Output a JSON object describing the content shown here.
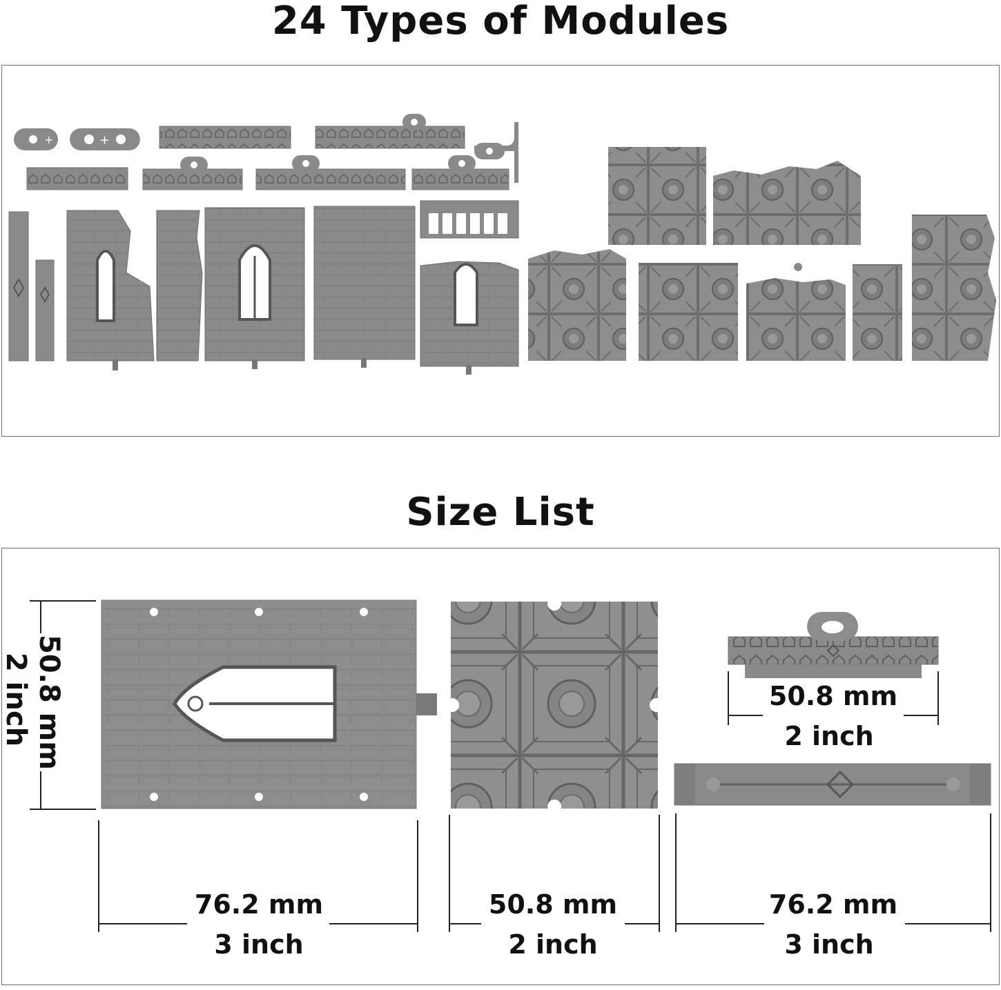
{
  "header": {
    "title": "24 Types of Modules"
  },
  "size_section": {
    "title": "Size List"
  },
  "dimensions": {
    "wall_height": {
      "mm": "50.8 mm",
      "inch": "2 inch"
    },
    "wall_width": {
      "mm": "76.2 mm",
      "inch": "3 inch"
    },
    "floor_tile": {
      "mm": "50.8 mm",
      "inch": "2 inch"
    },
    "rail_short": {
      "mm": "50.8 mm",
      "inch": "2 inch"
    },
    "rail_long": {
      "mm": "76.2 mm",
      "inch": "3 inch"
    }
  },
  "colors": {
    "model_gray": "#8a8a8a",
    "model_dark": "#6d6d6d",
    "model_light": "#a3a3a3",
    "line": "#222222"
  }
}
